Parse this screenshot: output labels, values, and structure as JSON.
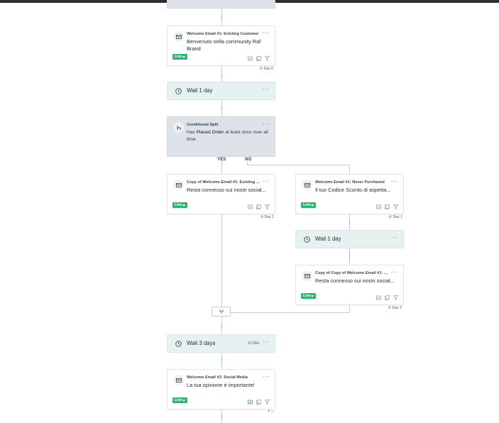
{
  "flow": {
    "email_1": {
      "title": "Welcome Email #1: Existing Customer",
      "subject": "Benvenuto nella community Raf Brand",
      "status": "Live",
      "day": "Day 0"
    },
    "wait_1": {
      "label": "Wait 1 day"
    },
    "split": {
      "title": "Conditional Split",
      "desc_prefix": "Has ",
      "desc_metric": "Placed Order",
      "desc_suffix": " at least once over all time.",
      "yes_label": "YES",
      "no_label": "NO"
    },
    "email_yes": {
      "title": "Copy of Welcome Email #1: Existing Cu...",
      "subject": "Resta connesso sui nostri social...",
      "status": "Live",
      "day": "Day 1"
    },
    "email_no": {
      "title": "Welcome Email #1: Never Purchased",
      "subject": "Il tuo Codice Sconto di aspetta...",
      "status": "Live",
      "day": "Day 1"
    },
    "wait_no": {
      "label": "Wait 1 day"
    },
    "email_no_2": {
      "title": "Copy of Copy of Welcome Email #1: Exi...",
      "subject": "Resta connesso sui nostri social...",
      "status": "Live",
      "day": "Day 2"
    },
    "wait_3": {
      "label": "Wait 3 days",
      "time": "11:00a"
    },
    "email_2": {
      "title": "Welcome Email #2: Social Media",
      "subject": "La tua opinione è importante!",
      "status": "Live"
    },
    "zoom_controls": "+ –"
  },
  "menu_glyph": "···",
  "icons": {
    "email": "envelope-icon",
    "wait": "clock-icon",
    "split": "split-icon",
    "merge": "merge-icon",
    "preview": "preview-icon",
    "copy": "copy-icon",
    "filter": "filter-icon",
    "caret": "caret-down-icon"
  },
  "colors": {
    "live_green": "#2bb673",
    "wait_bg": "#e6f1f1",
    "split_bg": "#dde3e9",
    "line": "#c4cbd2"
  }
}
